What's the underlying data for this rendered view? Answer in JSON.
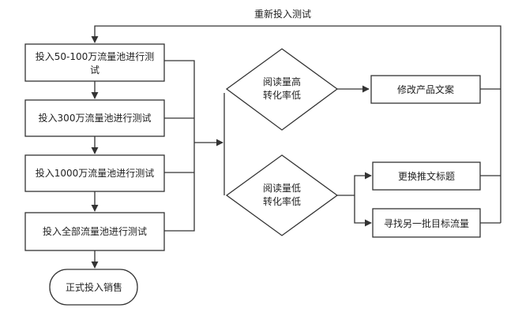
{
  "colors": {
    "stroke": "#333333",
    "fill": "#ffffff",
    "text": "#222222"
  },
  "nodes": {
    "pool_50_100": {
      "line1": "投入50-100万流量池进行测",
      "line2": "试"
    },
    "pool_300": {
      "label": "投入300万流量池进行测试"
    },
    "pool_1000": {
      "label": "投入1000万流量池进行测试"
    },
    "pool_all": {
      "label": "投入全部流量池进行测试"
    },
    "launch": {
      "label": "正式投入销售"
    },
    "high_read": {
      "line1": "阅读量高",
      "line2": "转化率低"
    },
    "low_read": {
      "line1": "阅读量低",
      "line2": "转化率低"
    },
    "edit_copy": {
      "label": "修改产品文案"
    },
    "change_title": {
      "label": "更换推文标题"
    },
    "find_traffic": {
      "label": "寻找另一批目标流量"
    }
  },
  "edges": {
    "retest": {
      "label": "重新投入测试"
    }
  }
}
